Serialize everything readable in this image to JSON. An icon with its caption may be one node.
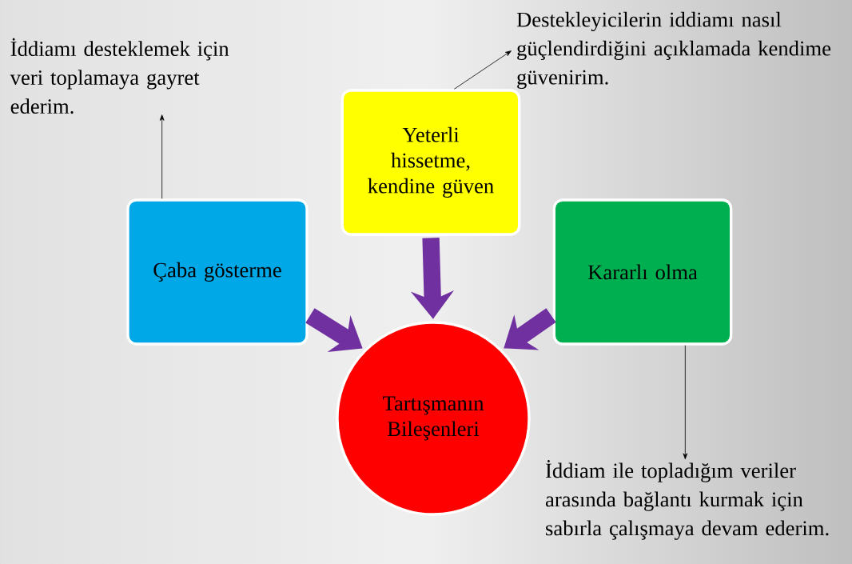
{
  "diagram": {
    "nodes": [
      {
        "text": [
          "İddiamı desteklemek için veri toplamaya gayret ederim."
        ]
      },
      {
        "text": [
          "Destekleyicilerin iddiamı nasıl güçlendirdiğini açıklamada kendime güvenirim."
        ]
      },
      {
        "text": [
          "Yeterli hissetme, kendine güven"
        ]
      },
      {
        "text": [
          "Çaba gösterme"
        ]
      },
      {
        "text": [
          "Kararlı olma"
        ]
      },
      {
        "text": [
          "Tartışmanın Bileşenleri"
        ]
      },
      {
        "text": [
          "İddiam ile topladığım veriler arasında bağlantı kurmak için sabırla çalışmaya devam ederim."
        ]
      }
    ],
    "edges": [
      {
        "from": 2,
        "to": 5,
        "arrow": "to",
        "style": "thick",
        "color": "#7030a0"
      },
      {
        "from": 3,
        "to": 5,
        "arrow": "to",
        "style": "thick",
        "color": "#7030a0"
      },
      {
        "from": 4,
        "to": 5,
        "arrow": "to",
        "style": "thick",
        "color": "#7030a0"
      },
      {
        "from": 3,
        "to": 0,
        "arrow": "to",
        "color": "#000000"
      },
      {
        "from": 2,
        "to": 1,
        "arrow": "to",
        "color": "#000000"
      },
      {
        "from": 4,
        "to": 6,
        "arrow": "to",
        "color": "#000000"
      }
    ]
  }
}
